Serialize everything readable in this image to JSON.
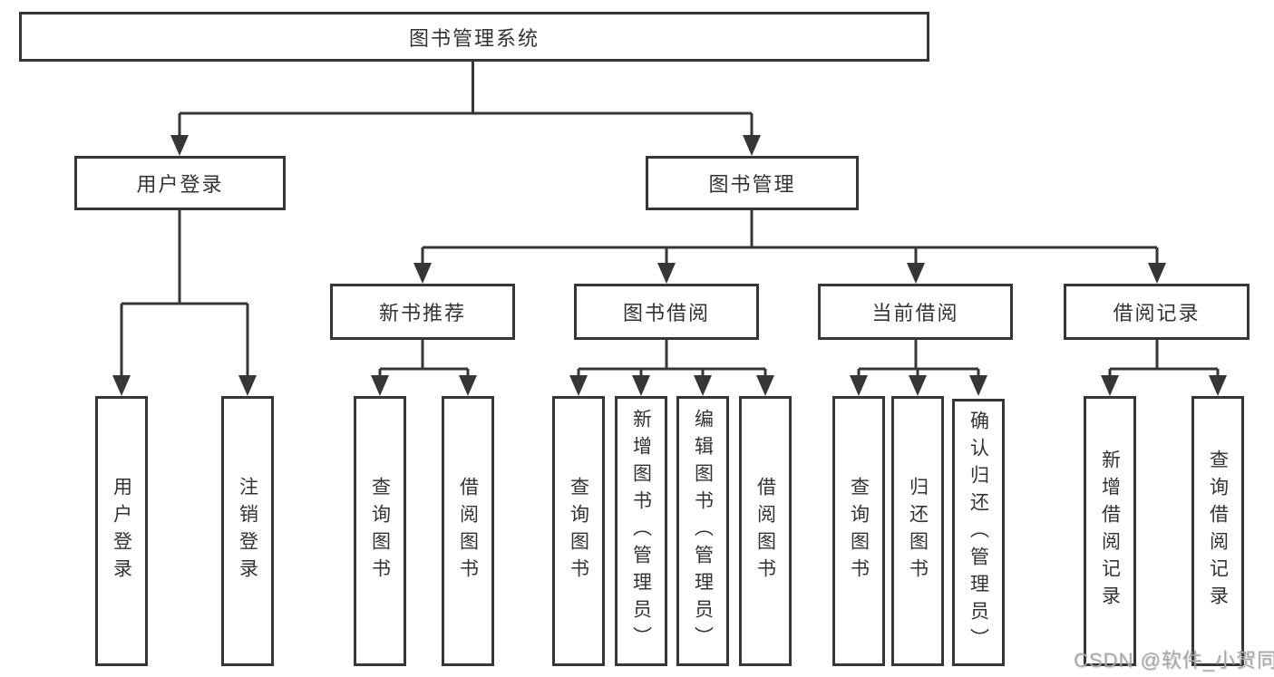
{
  "diagram_title": "图书管理系统",
  "tree": {
    "root": {
      "label": "图书管理系统"
    },
    "branches": [
      {
        "label": "用户登录",
        "children": [
          {
            "label": "用户登录"
          },
          {
            "label": "注销登录"
          }
        ]
      },
      {
        "label": "图书管理",
        "children": [
          {
            "label": "新书推荐",
            "children": [
              {
                "label": "查询图书"
              },
              {
                "label": "借阅图书"
              }
            ]
          },
          {
            "label": "图书借阅",
            "children": [
              {
                "label": "查询图书"
              },
              {
                "label": "新增图书（管理员）"
              },
              {
                "label": "编辑图书（管理员）"
              },
              {
                "label": "借阅图书"
              }
            ]
          },
          {
            "label": "当前借阅",
            "children": [
              {
                "label": "查询图书"
              },
              {
                "label": "归还图书"
              },
              {
                "label": "确认归还（管理员）"
              }
            ]
          },
          {
            "label": "借阅记录",
            "children": [
              {
                "label": "新增借阅记录"
              },
              {
                "label": "查询借阅记录"
              }
            ]
          }
        ]
      }
    ]
  },
  "watermark": {
    "text": "CSDN @软件_小贺同学"
  },
  "colors": {
    "line": "#363636",
    "box_border": "#363636",
    "text": "#333333",
    "watermark": "#a5a5a5",
    "background": "#ffffff"
  }
}
